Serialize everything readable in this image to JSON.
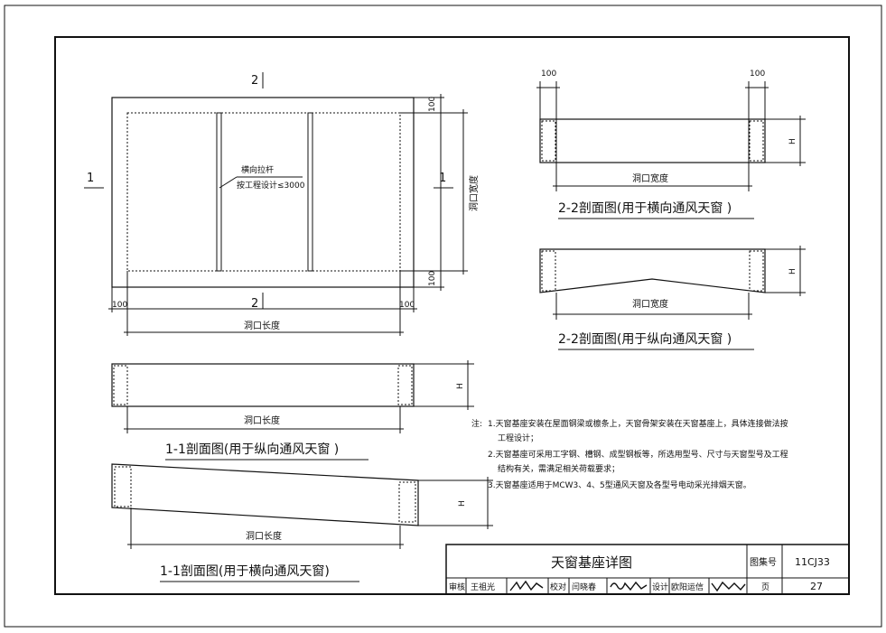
{
  "plan": {
    "section_mark": "2",
    "section_mark_side": "1",
    "tie_rod_label": "横向拉杆",
    "tie_rod_spacing": "按工程设计≤3000",
    "dim_100": "100",
    "opening_length": "洞口长度",
    "opening_width": "洞口宽度"
  },
  "sections": {
    "s22_lateral_title": "2-2剖面图(用于横向通风天窗 )",
    "s22_longitudinal_title": "2-2剖面图(用于纵向通风天窗 )",
    "s11_longitudinal_title": "1-1剖面图(用于纵向通风天窗 )",
    "s11_lateral_title": "1-1剖面图(用于横向通风天窗)",
    "height_label": "H",
    "dim_100": "100",
    "opening_width": "洞口宽度",
    "opening_length": "洞口长度"
  },
  "notes": {
    "prefix": "注:",
    "line1": "1.天窗基座安装在屋面钢梁或檩条上，天窗骨架安装在天窗基座上，具体连接做法按",
    "line1b": "工程设计；",
    "line2": "2.天窗基座可采用工字钢、槽钢、成型钢板等，所选用型号、尺寸与天窗型号及工程",
    "line2b": "结构有关，需满足相关荷载要求；",
    "line3": "3.天窗基座适用于MCW3、4、5型通风天窗及各型号电动采光排烟天窗。"
  },
  "title_block": {
    "title": "天窗基座详图",
    "atlas_label": "图集号",
    "atlas_no": "11CJ33",
    "review_label": "审核",
    "reviewer": "王祖光",
    "check_label": "校对",
    "checker": "闫晓春",
    "design_label": "设计",
    "designer": "欧阳运信",
    "page_label": "页",
    "page_no": "27"
  }
}
